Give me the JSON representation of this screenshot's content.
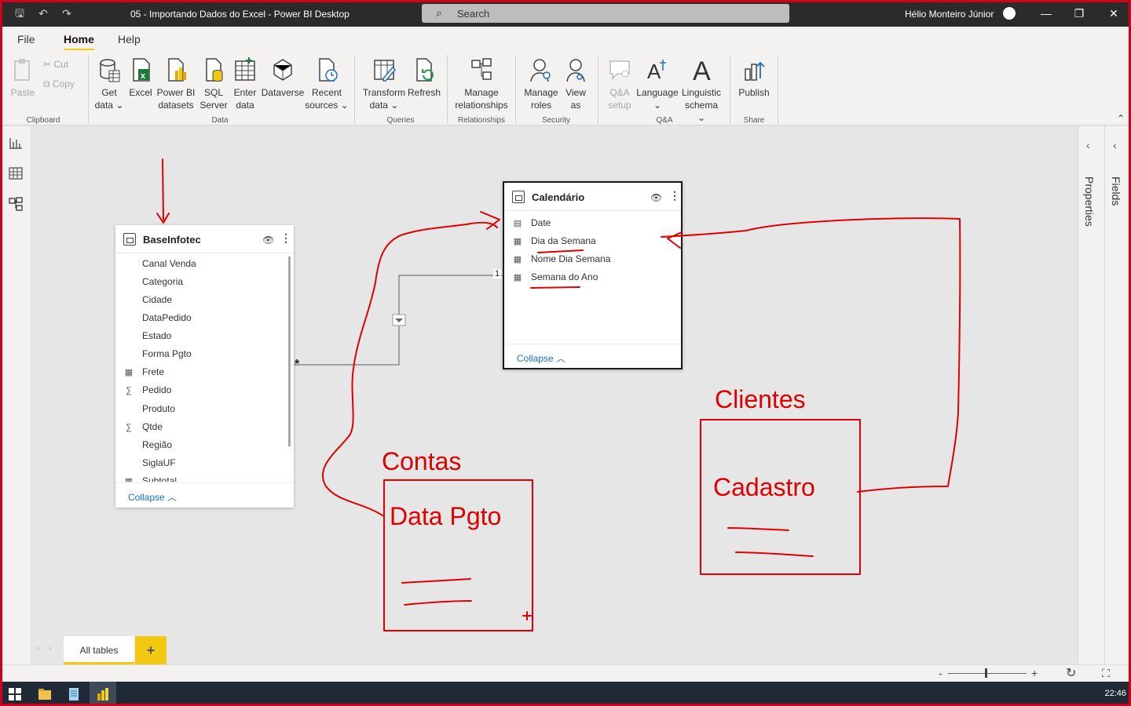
{
  "titlebar": {
    "title": "05 - Importando Dados do Excel - Power BI Desktop",
    "search_placeholder": "Search",
    "user": "Hélio Monteiro Júnior"
  },
  "menu": {
    "file": "File",
    "home": "Home",
    "help": "Help"
  },
  "ribbon": {
    "clipboard": {
      "paste": "Paste",
      "cut": "Cut",
      "copy": "Copy",
      "group": "Clipboard"
    },
    "data": {
      "get_data": [
        "Get",
        "data"
      ],
      "excel": "Excel",
      "powerbi": [
        "Power BI",
        "datasets"
      ],
      "sql": [
        "SQL",
        "Server"
      ],
      "enter": [
        "Enter",
        "data"
      ],
      "dataverse": "Dataverse",
      "recent": [
        "Recent",
        "sources"
      ],
      "group": "Data"
    },
    "queries": {
      "transform": [
        "Transform",
        "data"
      ],
      "refresh": "Refresh",
      "group": "Queries"
    },
    "relationships": {
      "manage": [
        "Manage",
        "relationships"
      ],
      "group": "Relationships"
    },
    "security": {
      "roles": [
        "Manage",
        "roles"
      ],
      "view": [
        "View",
        "as"
      ],
      "group": "Security"
    },
    "qa": {
      "setup": [
        "Q&A",
        "setup"
      ],
      "language": "Language",
      "linguistic": [
        "Linguistic",
        "schema"
      ],
      "group": "Q&A"
    },
    "share": {
      "publish": "Publish",
      "group": "Share"
    }
  },
  "panes": {
    "properties": "Properties",
    "fields": "Fields"
  },
  "tables": {
    "base": {
      "name": "BaseInfotec",
      "fields": [
        "Canal Venda",
        "Categoria",
        "Cidade",
        "DataPedido",
        "Estado",
        "Forma Pgto",
        "Frete",
        "Pedido",
        "Produto",
        "Qtde",
        "Região",
        "SiglaUF",
        "Subtotal"
      ],
      "collapse": "Collapse"
    },
    "calendario": {
      "name": "Calendário",
      "fields": [
        "Date",
        "Dia da Semana",
        "Nome Dia Semana",
        "Semana do Ano"
      ],
      "collapse": "Collapse"
    }
  },
  "relationship": {
    "one": "1",
    "many": "*"
  },
  "annotations": {
    "contas": "Contas",
    "data_pgto": "Data Pgto",
    "clientes": "Clientes",
    "cadastro": "Cadastro",
    "ink_color": "#e00000"
  },
  "bottom": {
    "all_tables": "All tables",
    "add": "+"
  },
  "status": {
    "minus": "-",
    "plus": "+"
  },
  "taskbar": {
    "clock": "22:46"
  }
}
